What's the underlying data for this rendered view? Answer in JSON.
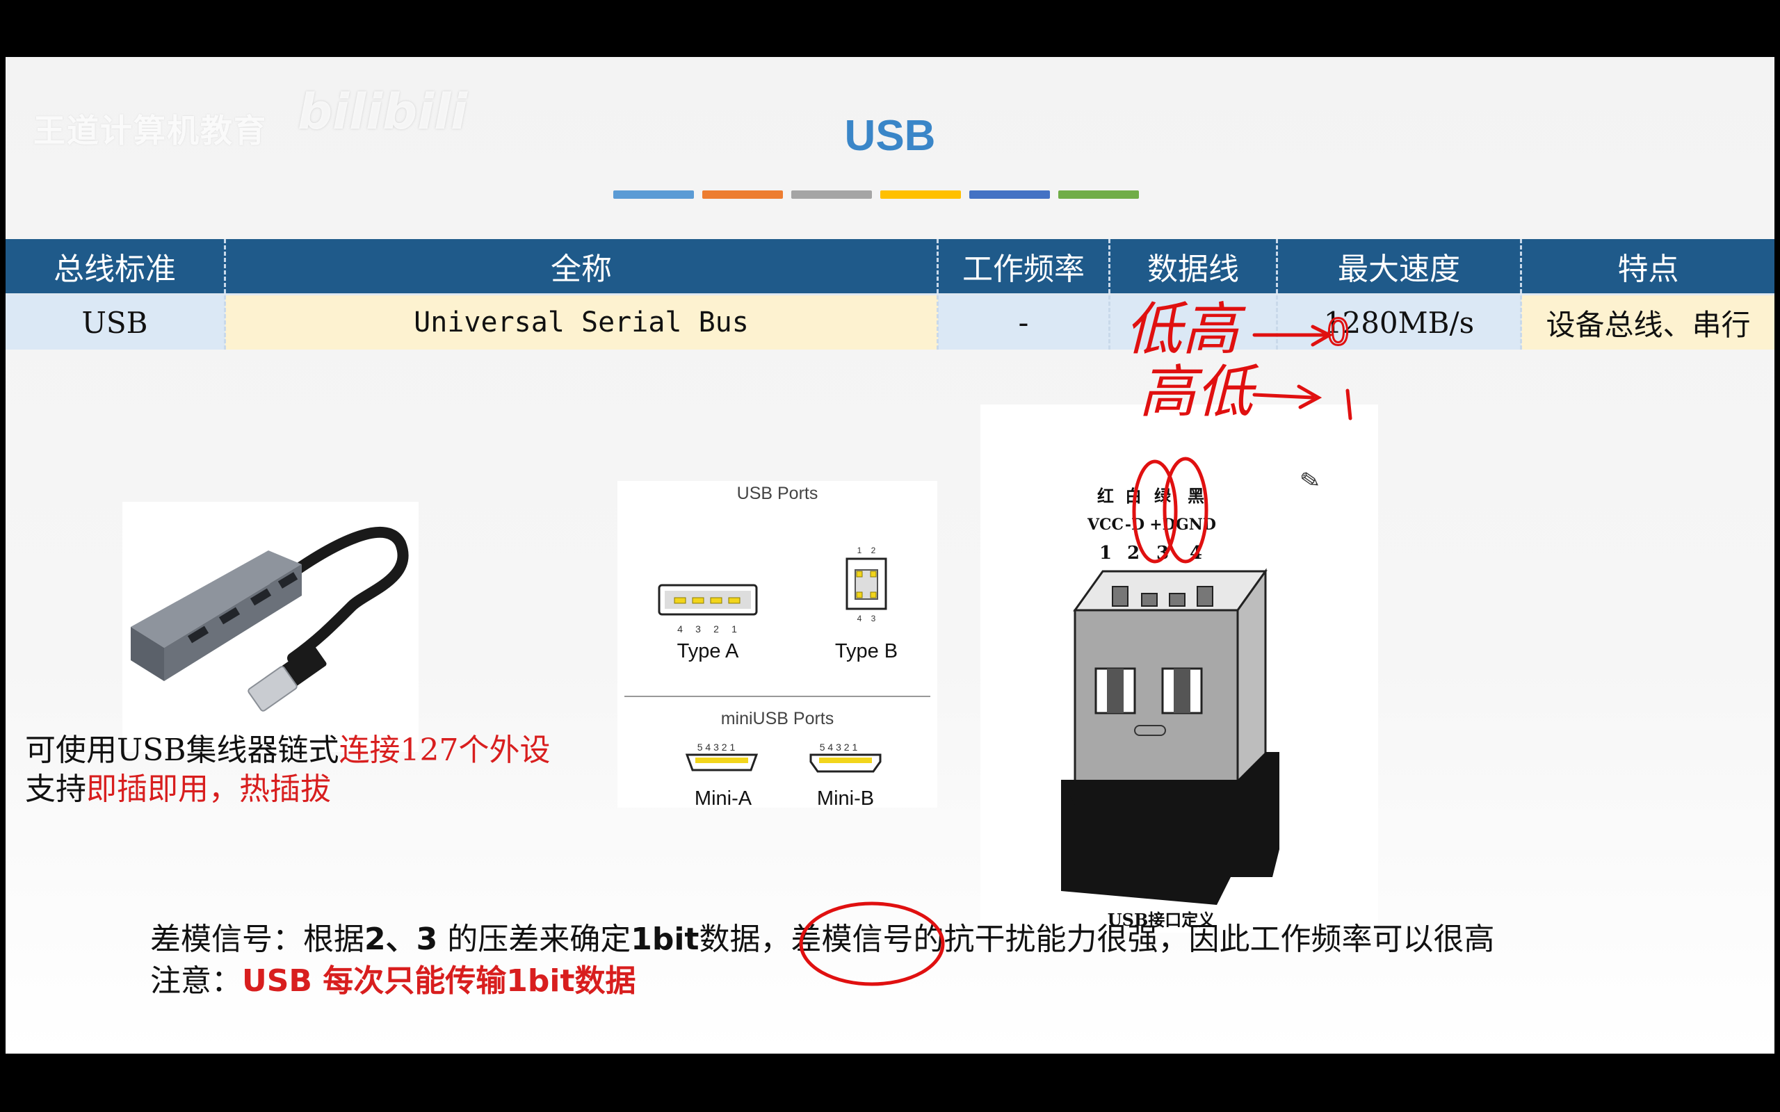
{
  "slide": {
    "watermark": "王道计算机教育",
    "watermark_logo": "bilibili",
    "title": "USB",
    "title_bar_colors": [
      "#5b9bd5",
      "#ed7d31",
      "#a5a5a5",
      "#ffc000",
      "#4472c4",
      "#70ad47"
    ]
  },
  "table": {
    "headers": [
      "总线标准",
      "全称",
      "工作频率",
      "数据线",
      "最大速度",
      "特点"
    ],
    "row": {
      "standard": "USB",
      "full_name": "Universal Serial Bus",
      "frequency": "-",
      "data_lines": "",
      "max_speed": "1280MB/s",
      "features": "设备总线、串行"
    }
  },
  "ports_diagram": {
    "usb_title": "USB Ports",
    "type_a": "Type A",
    "type_b": "Type B",
    "type_a_pins": [
      "4",
      "3",
      "2",
      "1"
    ],
    "type_b_top_pins": [
      "1",
      "2"
    ],
    "type_b_bottom_pins": [
      "4",
      "3"
    ],
    "mini_title": "miniUSB Ports",
    "mini_a": "Mini-A",
    "mini_b": "Mini-B",
    "mini_pins": "5 4 3 2 1"
  },
  "connector_diagram": {
    "colors": [
      "红",
      "白",
      "绿",
      "黑"
    ],
    "signals": [
      "VCC",
      "-D",
      "+D",
      "GND"
    ],
    "pins": [
      "1",
      "2",
      "3",
      "4"
    ],
    "caption": "USB接口定义"
  },
  "left_notes": {
    "line1_a": "可使用USB集线器链式",
    "line1_b": "连接127个外设",
    "line2_a": "支持",
    "line2_b": "即插即用，热插拔"
  },
  "bottom_notes": {
    "line1_a": "差模信号：根据",
    "line1_b": "2、3",
    "line1_c": " 的压差来确定",
    "line1_d": "1bit",
    "line1_e": "数据，差模信号的抗干扰能力很强，因此工作频率可以很高",
    "line2_a": "注意：",
    "line2_b": "USB 每次只能传输1bit数据"
  },
  "handwriting": {
    "line1": "低高",
    "value1": "0",
    "line2": "高低",
    "value2": "1"
  },
  "colors": {
    "header_bg": "#1f5a8a",
    "cell_blue": "#dbe8f5",
    "cell_yellow": "#fdf2d0",
    "accent_red": "#d81e1e",
    "title_blue": "#3a86c8"
  }
}
